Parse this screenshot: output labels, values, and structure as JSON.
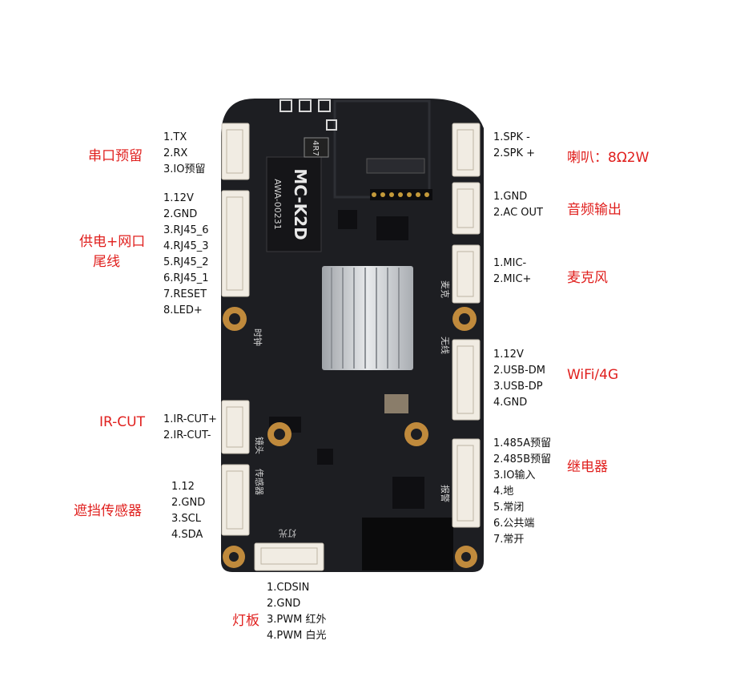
{
  "board": {
    "silk_model": "MC-K2D",
    "silk_code": "AWA-00231",
    "silk_inductor": "4R7",
    "silk_labels": [
      "麦克",
      "无线",
      "时钟",
      "镜头",
      "传感器",
      "报警",
      "灯光"
    ]
  },
  "groups": {
    "uart": {
      "title": "串口预留",
      "pins": [
        "1.TX",
        "2.RX",
        "3.IO预留"
      ]
    },
    "power_net": {
      "title_line1": "供电+网口",
      "title_line2": "尾线",
      "pins": [
        "1.12V",
        "2.GND",
        "3.RJ45_6",
        "4.RJ45_3",
        "5.RJ45_2",
        "6.RJ45_1",
        "7.RESET",
        "8.LED+"
      ]
    },
    "ircut": {
      "title": "IR-CUT",
      "pins": [
        "1.IR-CUT+",
        "2.IR-CUT-"
      ]
    },
    "shade": {
      "title": "遮挡传感器",
      "pins": [
        "1.12",
        "2.GND",
        "3.SCL",
        "4.SDA"
      ]
    },
    "light": {
      "title": "灯板",
      "pins": [
        "1.CDSIN",
        "2.GND",
        "3.PWM 红外",
        "4.PWM 白光"
      ]
    },
    "speaker": {
      "title": "喇叭：8Ω2W",
      "pins": [
        "1.SPK -",
        "2.SPK +"
      ]
    },
    "audio_out": {
      "title": "音频输出",
      "pins": [
        "1.GND",
        "2.AC OUT"
      ]
    },
    "mic": {
      "title": "麦克风",
      "pins": [
        "1.MIC-",
        "2.MIC+"
      ]
    },
    "wifi": {
      "title": "WiFi/4G",
      "pins": [
        "1.12V",
        "2.USB-DM",
        "3.USB-DP",
        "4.GND"
      ]
    },
    "relay": {
      "title": "继电器",
      "pins": [
        "1.485A预留",
        "2.485B预留",
        "3.IO输入",
        "4.地",
        "5.常闭",
        "6.公共端",
        "7.常开"
      ]
    }
  },
  "colors": {
    "label_red": "#e0201e",
    "pcb": "#1d1e22",
    "connector": "#f1ece3",
    "heatsink": "#c9ccd0"
  }
}
